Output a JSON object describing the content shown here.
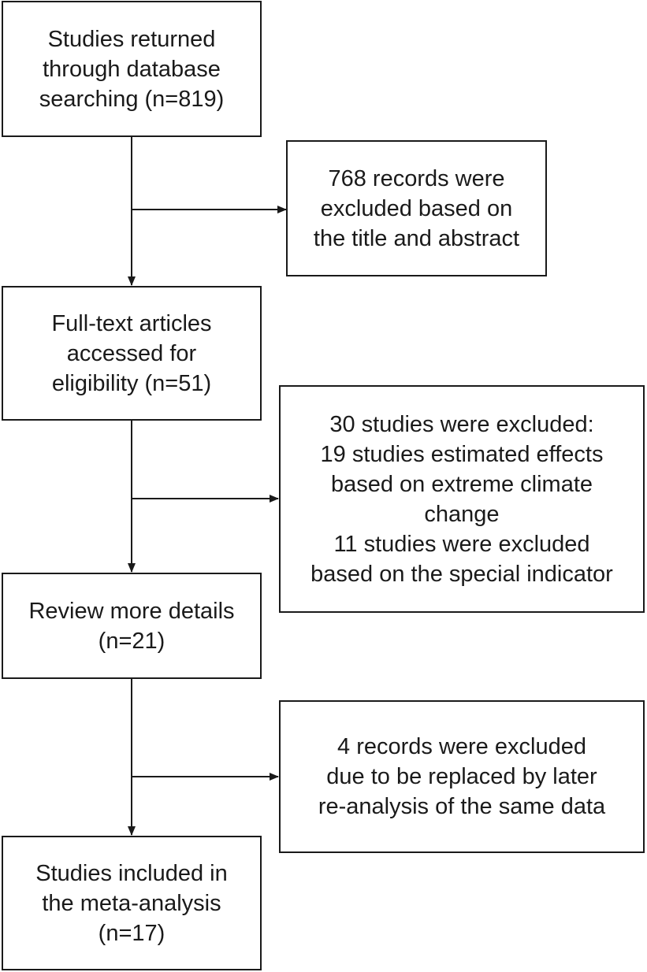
{
  "flow": {
    "stages": [
      {
        "lines": [
          "Studies returned",
          "through database",
          "searching (n=819)"
        ]
      },
      {
        "lines": [
          "Full-text articles",
          "accessed for",
          "eligibility (n=51)"
        ]
      },
      {
        "lines": [
          "Review more details",
          "(n=21)"
        ]
      },
      {
        "lines": [
          "Studies included in",
          "the meta-analysis",
          "(n=17)"
        ]
      }
    ],
    "exclusions": [
      {
        "lines": [
          "768 records were",
          "excluded based on",
          "the title and abstract"
        ]
      },
      {
        "lines": [
          "30 studies were excluded:",
          "19 studies estimated effects",
          "based on extreme climate",
          "change",
          "11 studies were excluded",
          "based on the special indicator"
        ]
      },
      {
        "lines": [
          "4 records were excluded",
          "due to be replaced by later",
          "re-analysis of the same data"
        ]
      }
    ]
  }
}
